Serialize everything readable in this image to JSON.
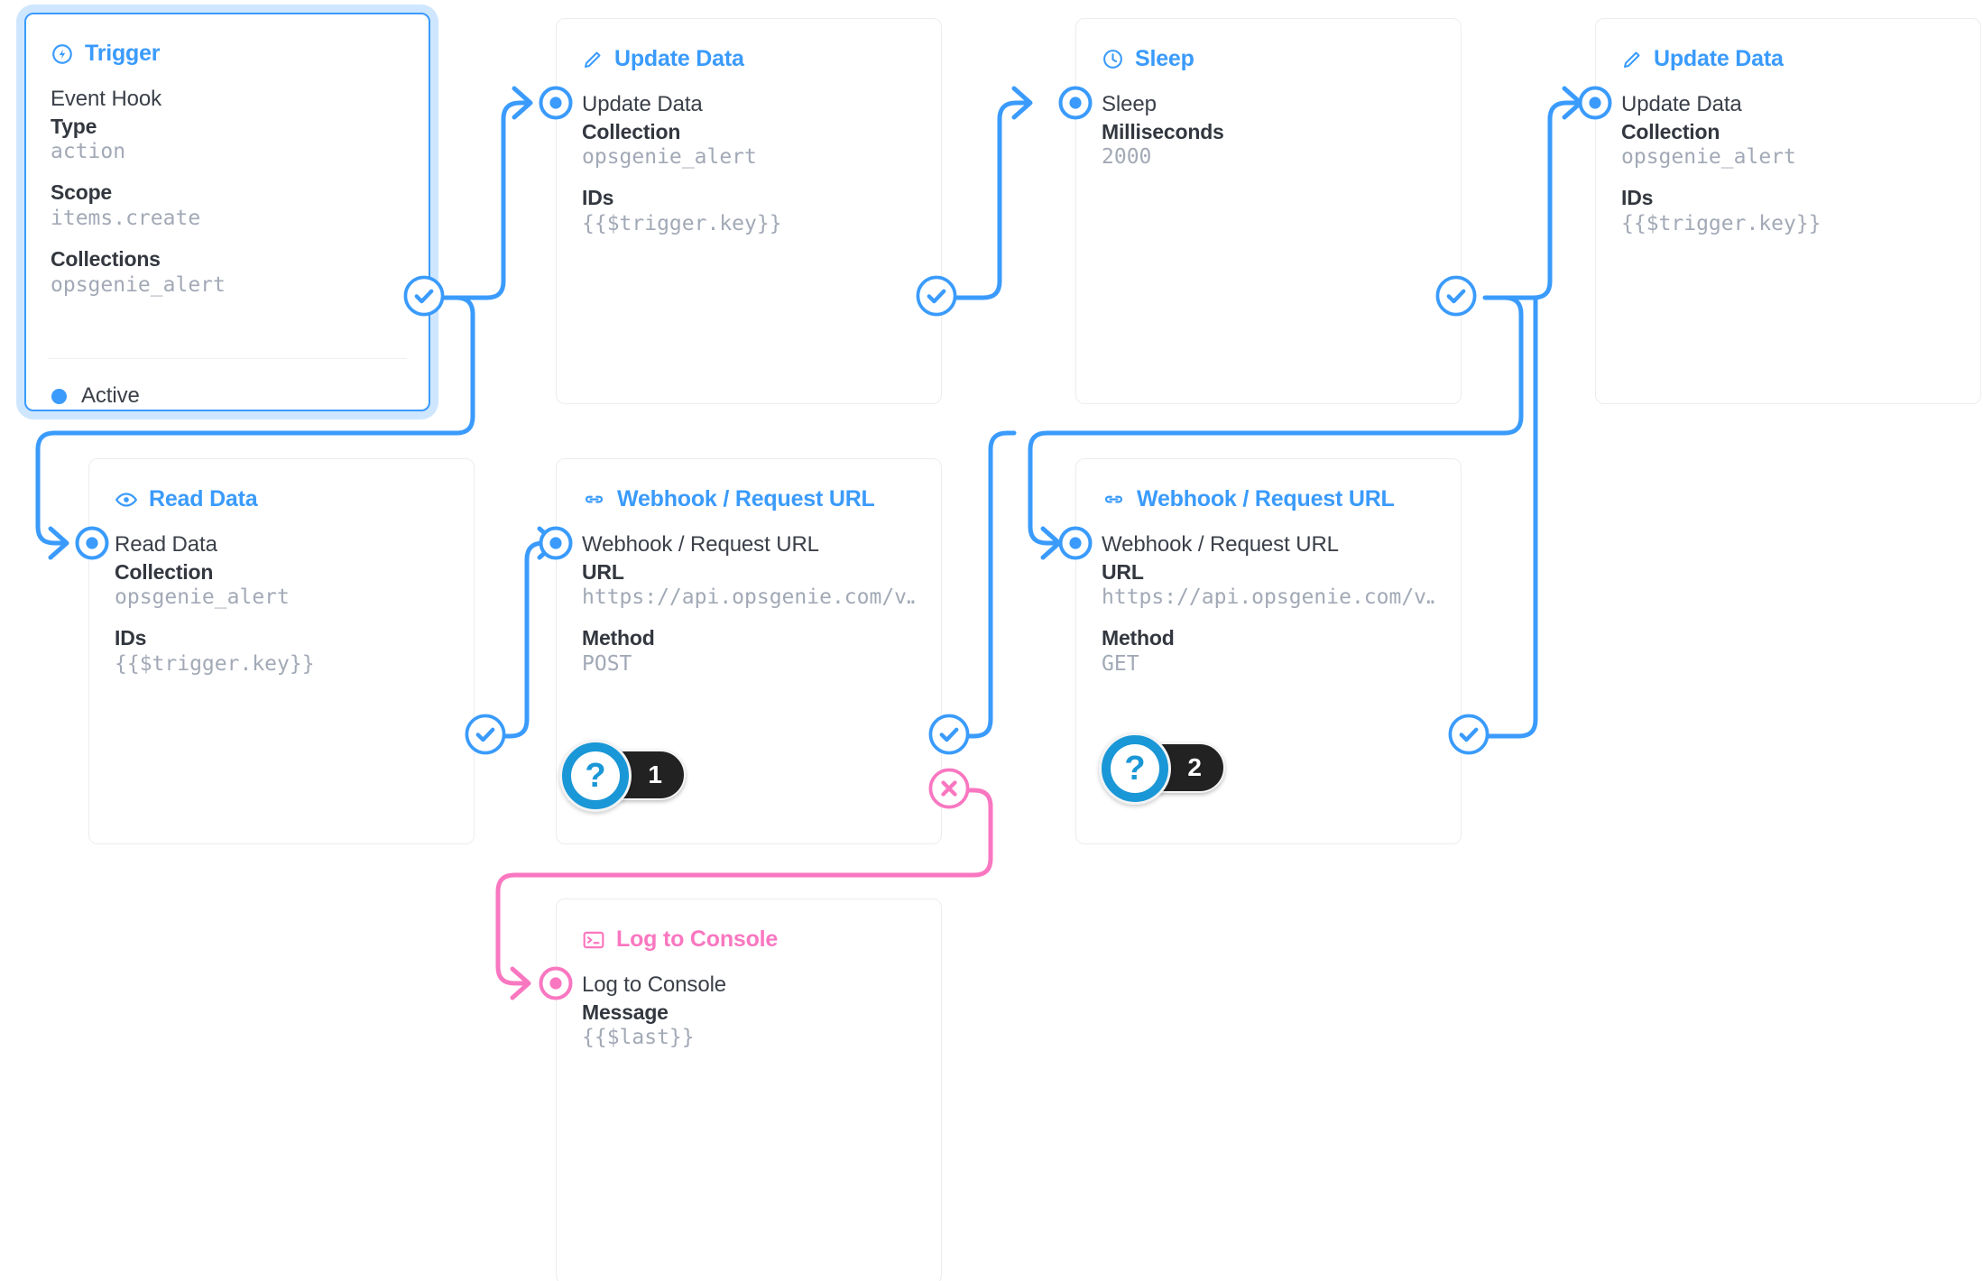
{
  "theme": {
    "accent": "#3a9bfc",
    "accent_dark": "#1a97d6",
    "reject": "#f977c0",
    "value_text": "#a2a9b6",
    "label_text": "#33373f",
    "card_border": "#ebedf0"
  },
  "nodes": [
    {
      "id": "trigger",
      "icon": "bolt-circle-icon",
      "header": "Trigger",
      "title": "Event Hook",
      "fields": [
        {
          "label": "Type",
          "value": "action"
        },
        {
          "label": "Scope",
          "value": "items.create"
        },
        {
          "label": "Collections",
          "value": "opsgenie_alert"
        }
      ],
      "status": "Active",
      "selected": true
    },
    {
      "id": "update-data-1",
      "icon": "pencil-icon",
      "header": "Update Data",
      "title": "Update Data",
      "fields": [
        {
          "label": "Collection",
          "value": "opsgenie_alert"
        },
        {
          "label": "IDs",
          "value": "{{$trigger.key}}"
        }
      ]
    },
    {
      "id": "sleep",
      "icon": "clock-icon",
      "header": "Sleep",
      "title": "Sleep",
      "fields": [
        {
          "label": "Milliseconds",
          "value": "2000"
        }
      ]
    },
    {
      "id": "update-data-2",
      "icon": "pencil-icon",
      "header": "Update Data",
      "title": "Update Data",
      "fields": [
        {
          "label": "Collection",
          "value": "opsgenie_alert"
        },
        {
          "label": "IDs",
          "value": "{{$trigger.key}}"
        }
      ]
    },
    {
      "id": "read-data",
      "icon": "eye-icon",
      "header": "Read Data",
      "title": "Read Data",
      "fields": [
        {
          "label": "Collection",
          "value": "opsgenie_alert"
        },
        {
          "label": "IDs",
          "value": "{{$trigger.key}}"
        }
      ]
    },
    {
      "id": "webhook-post",
      "icon": "link-icon",
      "header": "Webhook / Request URL",
      "title": "Webhook / Request URL",
      "fields": [
        {
          "label": "URL",
          "value": "https://api.opsgenie.com/v…"
        },
        {
          "label": "Method",
          "value": "POST"
        }
      ]
    },
    {
      "id": "webhook-get",
      "icon": "link-icon",
      "header": "Webhook / Request URL",
      "title": "Webhook / Request URL",
      "fields": [
        {
          "label": "URL",
          "value": "https://api.opsgenie.com/v…"
        },
        {
          "label": "Method",
          "value": "GET"
        }
      ]
    },
    {
      "id": "log-to-console",
      "icon": "console-icon",
      "header": "Log to Console",
      "title": "Log to Console",
      "accent": "pink",
      "fields": [
        {
          "label": "Message",
          "value": "{{$last}}"
        }
      ]
    }
  ],
  "badges": [
    {
      "id": "badge-1",
      "glyph": "?",
      "count": "1"
    },
    {
      "id": "badge-2",
      "glyph": "?",
      "count": "2"
    }
  ],
  "ports": {
    "resolve_icon": "check-circle-icon",
    "reject_icon": "x-circle-icon",
    "input_icon": "target-dot-icon"
  }
}
